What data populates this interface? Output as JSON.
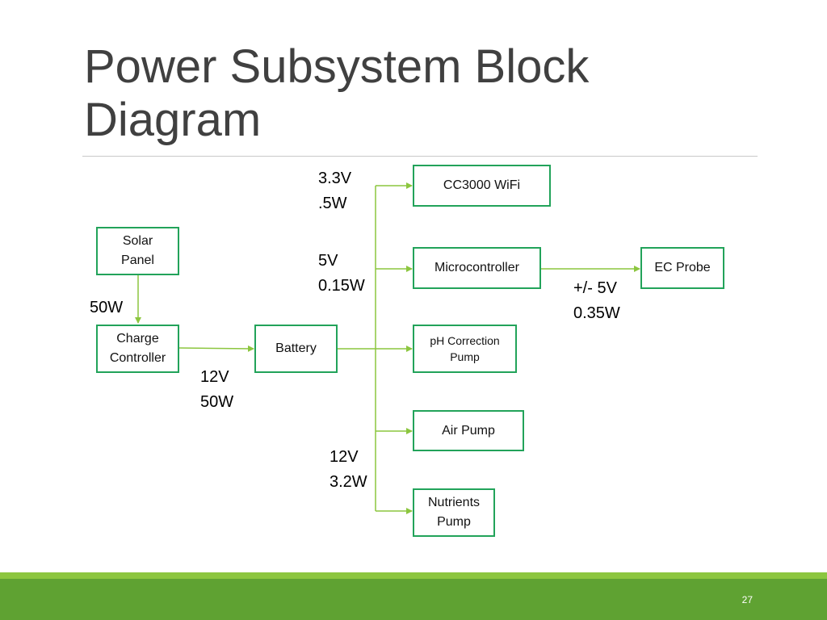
{
  "slide": {
    "title": "Power Subsystem Block\nDiagram",
    "page_number": "27"
  },
  "blocks": {
    "solar_panel": "Solar\nPanel",
    "charge_controller": "Charge\nController",
    "battery": "Battery",
    "wifi": "CC3000 WiFi",
    "microcontroller": "Microcontroller",
    "ec_probe": "EC Probe",
    "ph_pump": "pH Correction\nPump",
    "air_pump": "Air Pump",
    "nutrients_pump": "Nutrients\nPump"
  },
  "labels": {
    "solar_power": "50W",
    "battery_in": "12V\n50W",
    "wifi_power": "3.3V\n.5W",
    "mcu_power": "5V\n0.15W",
    "ec_power": "+/- 5V\n0.35W",
    "pump_power": "12V\n3.2W"
  },
  "colors": {
    "wire": "#8cc63f",
    "block_border": "#22a35a",
    "footer": "#5fa232",
    "footer_accent": "#8cc63f"
  }
}
